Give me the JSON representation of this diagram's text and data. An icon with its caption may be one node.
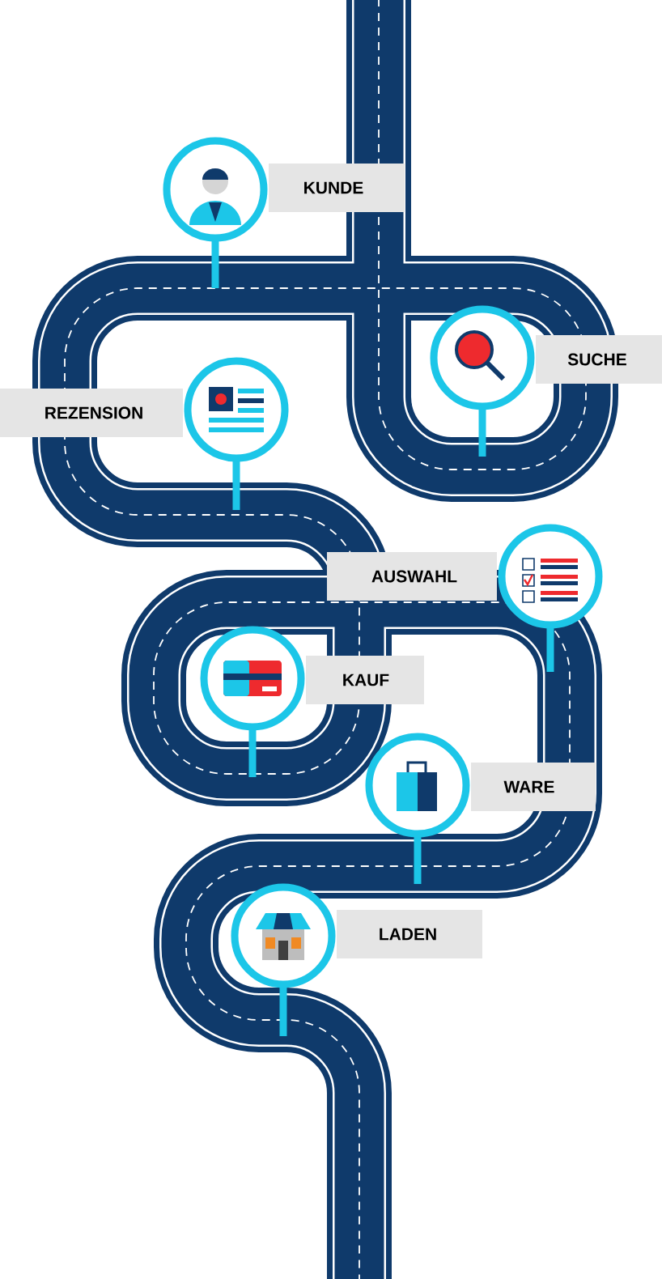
{
  "diagram": {
    "nodes": [
      {
        "text": [
          "KUNDE"
        ]
      },
      {
        "text": [
          "SUCHE"
        ]
      },
      {
        "text": [
          "REZENSION"
        ]
      },
      {
        "text": [
          "AUSWAHL"
        ]
      },
      {
        "text": [
          "KAUF"
        ]
      },
      {
        "text": [
          "WARE"
        ]
      },
      {
        "text": [
          "LADEN"
        ]
      }
    ]
  }
}
